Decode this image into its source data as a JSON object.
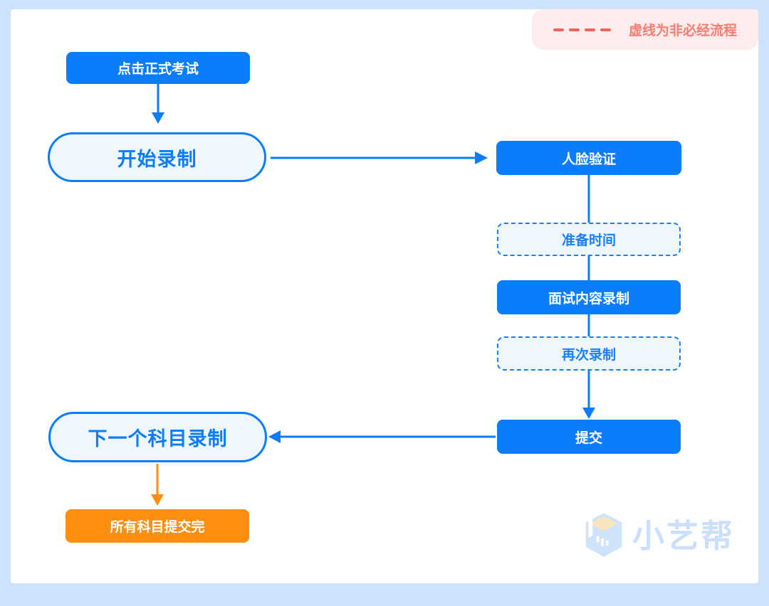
{
  "legend": {
    "label": "虚线为非必经流程"
  },
  "nodes": {
    "start_exam": {
      "label": "点击正式考试",
      "type": "solid"
    },
    "start_record": {
      "label": "开始录制",
      "type": "pill"
    },
    "face_verify": {
      "label": "人脸验证",
      "type": "solid"
    },
    "prep_time": {
      "label": "准备时间",
      "type": "dashed"
    },
    "interview_record": {
      "label": "面试内容录制",
      "type": "solid"
    },
    "rerecord": {
      "label": "再次录制",
      "type": "dashed"
    },
    "submit": {
      "label": "提交",
      "type": "solid"
    },
    "next_subject": {
      "label": "下一个科目录制",
      "type": "pill"
    },
    "all_submitted": {
      "label": "所有科目提交完",
      "type": "solid-orange"
    }
  },
  "edges": [
    {
      "from": "start_exam",
      "to": "start_record",
      "arrowhead": true,
      "color": "blue"
    },
    {
      "from": "start_record",
      "to": "face_verify",
      "arrowhead": true,
      "color": "blue"
    },
    {
      "from": "face_verify",
      "to": "prep_time",
      "arrowhead": false,
      "color": "blue"
    },
    {
      "from": "prep_time",
      "to": "interview_record",
      "arrowhead": false,
      "color": "blue"
    },
    {
      "from": "interview_record",
      "to": "rerecord",
      "arrowhead": false,
      "color": "blue"
    },
    {
      "from": "rerecord",
      "to": "submit",
      "arrowhead": true,
      "color": "blue"
    },
    {
      "from": "submit",
      "to": "next_subject",
      "arrowhead": true,
      "color": "blue"
    },
    {
      "from": "next_subject",
      "to": "all_submitted",
      "arrowhead": true,
      "color": "orange"
    }
  ],
  "watermark": {
    "text": "小艺帮"
  },
  "colors": {
    "accent_blue": "#0b7dfb",
    "light_node_fill": "#eef6fe",
    "dashed_border_blue": "#1a7ffd",
    "orange": "#fd8e0f",
    "legend_bg": "#fdecec",
    "legend_red": "#f87c72",
    "legend_dash_red": "#f4625c",
    "frame_bg": "#cde3fb",
    "watermark_blue": "#cadffb",
    "watermark_cube_top": "#f8e5bb"
  }
}
